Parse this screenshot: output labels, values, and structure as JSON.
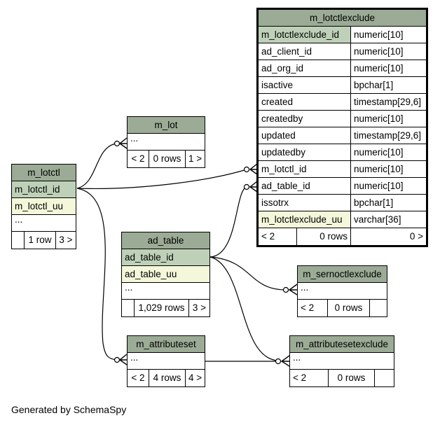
{
  "tables": {
    "m_lotctlexclude": {
      "name": "m_lotctlexclude",
      "columns": [
        {
          "name": "m_lotctlexclude_id",
          "type": "numeric[10]"
        },
        {
          "name": "ad_client_id",
          "type": "numeric[10]"
        },
        {
          "name": "ad_org_id",
          "type": "numeric[10]"
        },
        {
          "name": "isactive",
          "type": "bpchar[1]"
        },
        {
          "name": "created",
          "type": "timestamp[29,6]"
        },
        {
          "name": "createdby",
          "type": "numeric[10]"
        },
        {
          "name": "updated",
          "type": "timestamp[29,6]"
        },
        {
          "name": "updatedby",
          "type": "numeric[10]"
        },
        {
          "name": "m_lotctl_id",
          "type": "numeric[10]"
        },
        {
          "name": "ad_table_id",
          "type": "numeric[10]"
        },
        {
          "name": "issotrx",
          "type": "bpchar[1]"
        },
        {
          "name": "m_lotctlexclude_uu",
          "type": "varchar[36]"
        }
      ],
      "footer": {
        "parents": "< 2",
        "rows": "0 rows",
        "children": "0 >"
      }
    },
    "m_lot": {
      "name": "m_lot",
      "ellipsis": "...",
      "footer": {
        "parents": "< 2",
        "rows": "0 rows",
        "children": "1 >"
      }
    },
    "m_lotctl": {
      "name": "m_lotctl",
      "columns": [
        "m_lotctl_id",
        "m_lotctl_uu"
      ],
      "ellipsis": "...",
      "footer": {
        "parents": "",
        "rows": "1 row",
        "children": "3 >"
      }
    },
    "ad_table": {
      "name": "ad_table",
      "columns": [
        "ad_table_id",
        "ad_table_uu"
      ],
      "ellipsis": "...",
      "footer": {
        "parents": "",
        "rows": "1,029 rows",
        "children": "3 >"
      }
    },
    "m_sernoctlexclude": {
      "name": "m_sernoctlexclude",
      "ellipsis": "...",
      "footer": {
        "parents": "< 2",
        "rows": "0 rows",
        "children": ""
      }
    },
    "m_attributeset": {
      "name": "m_attributeset",
      "ellipsis": "...",
      "footer": {
        "parents": "< 2",
        "rows": "4 rows",
        "children": "4 >"
      }
    },
    "m_attributesetexclude": {
      "name": "m_attributesetexclude",
      "ellipsis": "...",
      "footer": {
        "parents": "< 2",
        "rows": "0 rows",
        "children": ""
      }
    }
  },
  "footer_text": "Generated by SchemaSpy",
  "colors": {
    "header": "#9bab96",
    "primary_key": "#bed1b8",
    "unique_key": "#f4f7da",
    "edge": "#000000"
  }
}
